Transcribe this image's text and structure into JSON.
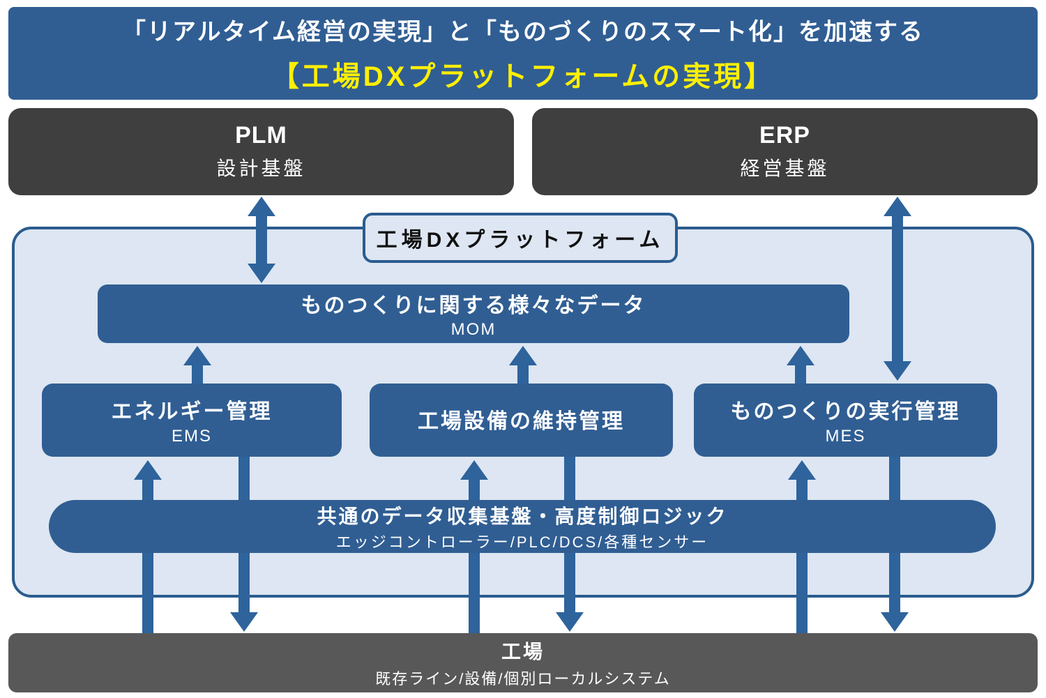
{
  "banner": {
    "line1": "「リアルタイム経営の実現」と「ものづくりのスマート化」を加速する",
    "line2": "【工場DXプラットフォームの実現】"
  },
  "top_systems": [
    {
      "name": "PLM",
      "subtitle": "設計基盤"
    },
    {
      "name": "ERP",
      "subtitle": "経営基盤"
    }
  ],
  "platform": {
    "label": "工場DXプラットフォーム",
    "mom": {
      "title": "ものつくりに関する様々なデータ",
      "abbr": "MOM"
    },
    "apps": [
      {
        "title": "エネルギー管理",
        "abbr": "EMS"
      },
      {
        "title": "工場設備の維持管理",
        "abbr": ""
      },
      {
        "title": "ものつくりの実行管理",
        "abbr": "MES"
      }
    ],
    "edge": {
      "title": "共通のデータ収集基盤・高度制御ロジック",
      "subtitle": "エッジコントローラー/PLC/DCS/各種センサー"
    }
  },
  "factory": {
    "title": "工場",
    "subtitle": "既存ライン/設備/個別ローカルシステム"
  },
  "colors": {
    "banner_blue": "#305e93",
    "box_blue": "#305e93",
    "arrow_blue": "#2e639c",
    "dark_gray": "#3f3f40",
    "factory_gray": "#585858",
    "container_fill": "#dde6f2",
    "container_border": "#2b5c8e",
    "highlight_yellow": "#ffef00",
    "text_white": "#ffffff"
  }
}
